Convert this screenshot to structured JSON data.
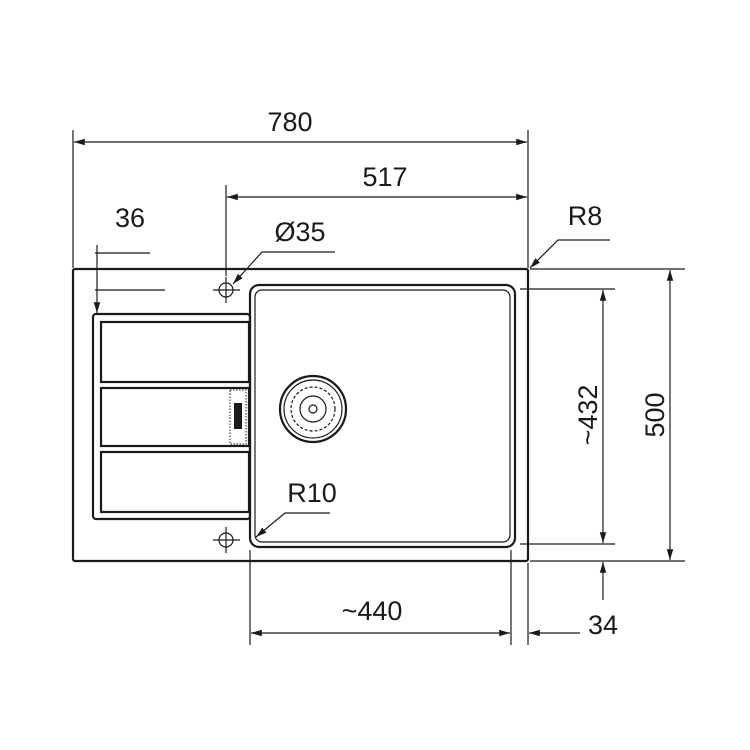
{
  "dimensions": {
    "overall_width": "780",
    "tap_to_right": "517",
    "drainer_offset": "36",
    "tap_hole_diameter": "Ø35",
    "corner_radius_outer": "R8",
    "corner_radius_bowl": "R10",
    "overall_depth": "500",
    "bowl_depth": "~432",
    "bowl_width": "~440",
    "edge_offset": "34"
  },
  "colors": {
    "line": "#1a1a1a",
    "background": "#ffffff"
  }
}
